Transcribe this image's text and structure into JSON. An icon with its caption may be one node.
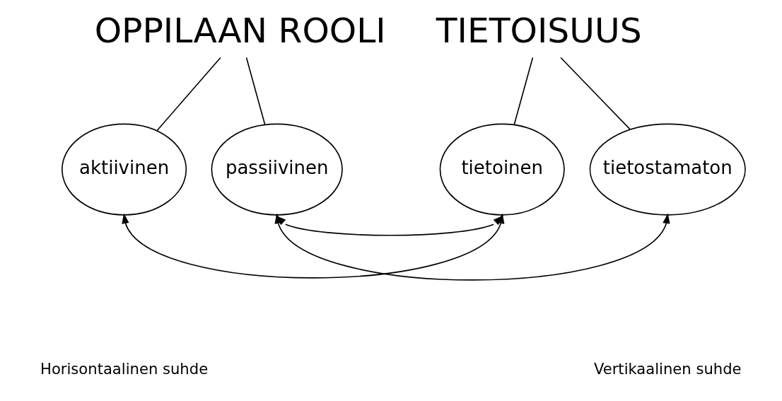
{
  "diagram": {
    "nodes": [
      {
        "text": [
          "OPPILAAN ROOLI"
        ]
      },
      {
        "text": [
          "TIETOISUUS"
        ]
      },
      {
        "text": [
          "aktiivinen"
        ]
      },
      {
        "text": [
          "passiivinen"
        ]
      },
      {
        "text": [
          "tietoinen"
        ]
      },
      {
        "text": [
          "tietostamaton"
        ]
      }
    ],
    "edges": [
      {
        "from": 0,
        "to": 2,
        "arrow": "none"
      },
      {
        "from": 0,
        "to": 3,
        "arrow": "none"
      },
      {
        "from": 1,
        "to": 4,
        "arrow": "none"
      },
      {
        "from": 1,
        "to": 5,
        "arrow": "none"
      },
      {
        "from": 2,
        "to": 4,
        "arrow": "both"
      },
      {
        "from": 3,
        "to": 4,
        "arrow": "both"
      },
      {
        "from": 3,
        "to": 5,
        "arrow": "both"
      }
    ],
    "labels": [
      "Vertikaalinen suhde",
      "Horisontaalinen suhde"
    ]
  }
}
